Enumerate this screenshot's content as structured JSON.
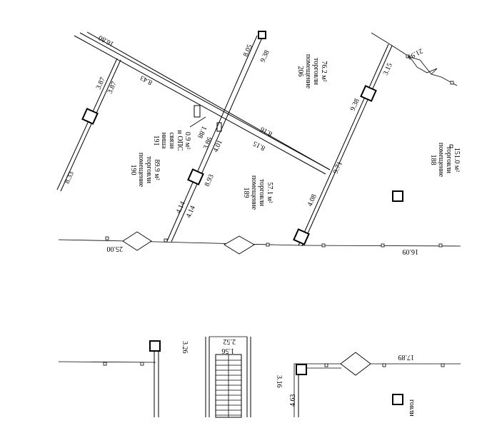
{
  "rooms": [
    {
      "number": "206",
      "name": "помещение",
      "use": "торговли",
      "area": "76.2 м²"
    },
    {
      "number": "191",
      "name": "ниша",
      "use": "связи",
      "extra": "и ОПС",
      "area": "0.9 м²"
    },
    {
      "number": "190",
      "name": "помещение",
      "use": "торговли",
      "area": "89.9 м²"
    },
    {
      "number": "189",
      "name": "помещение",
      "use": "торговли",
      "area": "57.1 м²"
    },
    {
      "number": "188",
      "name": "помещение",
      "use": "торговли",
      "area": "151.0 м²"
    }
  ],
  "partial_room_label": "говли",
  "dimensions": {
    "top_wall": "16.80",
    "upper_wall_a": "8.43",
    "upper_wall_b": "8.05",
    "room206_wall": "9.38",
    "niche_a": "1.88",
    "niche_b": "3.86",
    "niche_c": "4.01",
    "left_a": "3.87",
    "left_b": "3.87",
    "left_edge": "8.33",
    "mid_a": "8.16",
    "mid_b": "8.15",
    "center_col": "8.93",
    "center_low_a": "4.14",
    "center_low_b": "4.14",
    "right_top": "3.15",
    "right_mid": "9.38",
    "right_low_a": "9.71",
    "right_low_b": "4.08",
    "top_right": "21.94",
    "bottom_left": "25.00",
    "bottom_right": "16.09",
    "lower_left": "3.26",
    "stair_a": "2.52",
    "stair_b": "1.56",
    "lower_mid": "3.16",
    "lower_right": "17.89",
    "lower_vert": "4.63"
  }
}
